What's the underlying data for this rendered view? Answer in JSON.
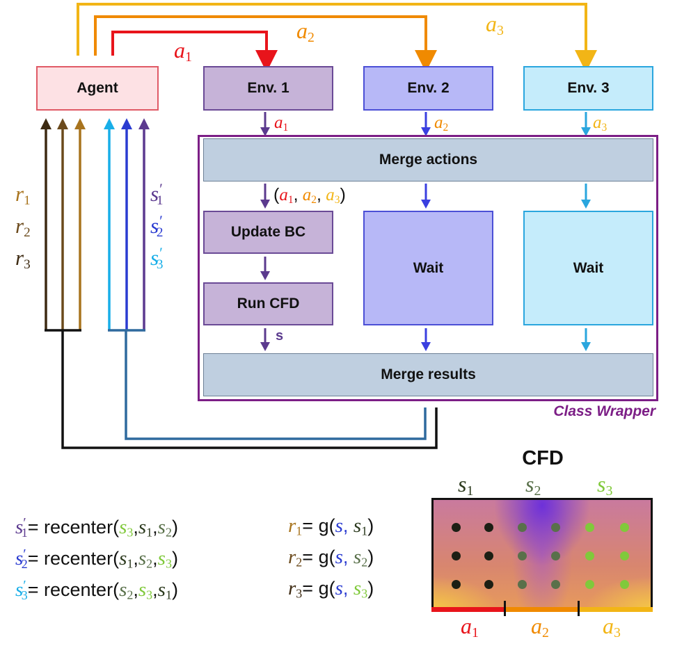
{
  "boxes": {
    "agent": "Agent",
    "env1": "Env. 1",
    "env2": "Env. 2",
    "env3": "Env. 3",
    "merge_actions": "Merge actions",
    "update_bc": "Update BC",
    "run_cfd": "Run CFD",
    "wait_2": "Wait",
    "wait_3": "Wait",
    "merge_results": "Merge results",
    "class_wrapper": "Class Wrapper"
  },
  "labels": {
    "a": "a",
    "r": "r",
    "s": "s",
    "s_plain": "s",
    "prime": "′",
    "i1": "1",
    "i2": "2",
    "i3": "3",
    "open_paren": "(",
    "close_paren": ")",
    "comma": ","
  },
  "equations": {
    "eq_sign": "=",
    "recenter": "recenter(",
    "g": "g(",
    "close": ")",
    "comma": ","
  },
  "cfd_panel": {
    "title": "CFD",
    "segments": [
      "s",
      "s",
      "s"
    ],
    "actions": [
      "a",
      "a",
      "a"
    ],
    "dots_per_segment": {
      "rows": 3,
      "cols": 2
    }
  },
  "colors": {
    "a1": "#e8141b",
    "a2": "#f08a00",
    "a3": "#f2b516",
    "r1": "#a8741e",
    "r2": "#6b4a1c",
    "r3": "#3d2a12",
    "s1_prime": "#5c3a8f",
    "s2_prime": "#2a3bd1",
    "s3_prime": "#18aee8",
    "s1_seg": "#2c3a1e",
    "s2_seg": "#59704a",
    "s3_seg": "#80c93b",
    "env1_arrow": "#5b3a8e",
    "env2_arrow": "#3a3fe0",
    "env3_arrow": "#2aa6de",
    "wrapper": "#7c1e86",
    "return_black": "#111111",
    "return_blue": "#2f6a9e"
  }
}
